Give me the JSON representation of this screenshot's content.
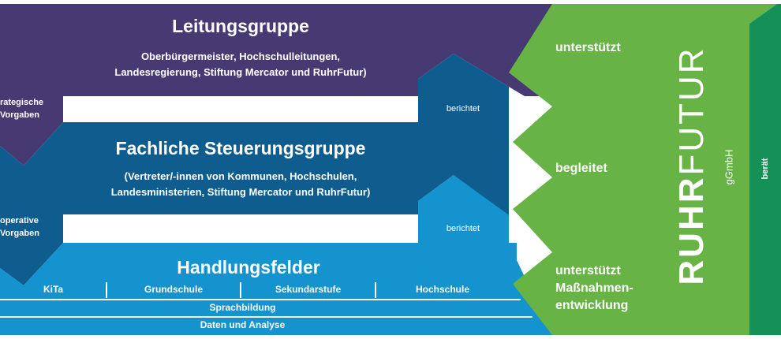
{
  "colors": {
    "purple": "#473A73",
    "navy": "#0F5C8F",
    "cyan": "#1493CF",
    "green": "#67B346",
    "dark_green": "#159158"
  },
  "leitung": {
    "title": "Leitungsgruppe",
    "members_line1": "Oberbürgermeister, Hochschulleitungen,",
    "members_line2": "Landesregierung, Stiftung Mercator und RuhrFutur)",
    "side_line1": "rategische",
    "side_line2": "Vorgaben"
  },
  "steuerung": {
    "title": "Fachliche Steuerungsgruppe",
    "members_line1": "(Vertreter/-innen von Kommunen, Hochschulen,",
    "members_line2": "Landesministerien, Stiftung Mercator und RuhrFutur)",
    "side_line1": "operative",
    "side_line2": "Vorgaben"
  },
  "reports": {
    "upper": "berichtet",
    "lower": "berichtet"
  },
  "handlungsfelder": {
    "title": "Handlungsfelder",
    "columns": [
      "KiTa",
      "Grundschule",
      "Sekundarstufe",
      "Hochschule"
    ],
    "row1": "Sprachbildung",
    "row2": "Daten und Analyse"
  },
  "green_arrows": {
    "top": "unterstützt",
    "middle": "begleitet",
    "bottom_line1": "unterstützt",
    "bottom_line2": "Maßnahmen-",
    "bottom_line3": "entwicklung"
  },
  "brand": {
    "bold": "RUHR",
    "light": "FUTUR",
    "suffix": "gGmbH",
    "side": "berät"
  }
}
